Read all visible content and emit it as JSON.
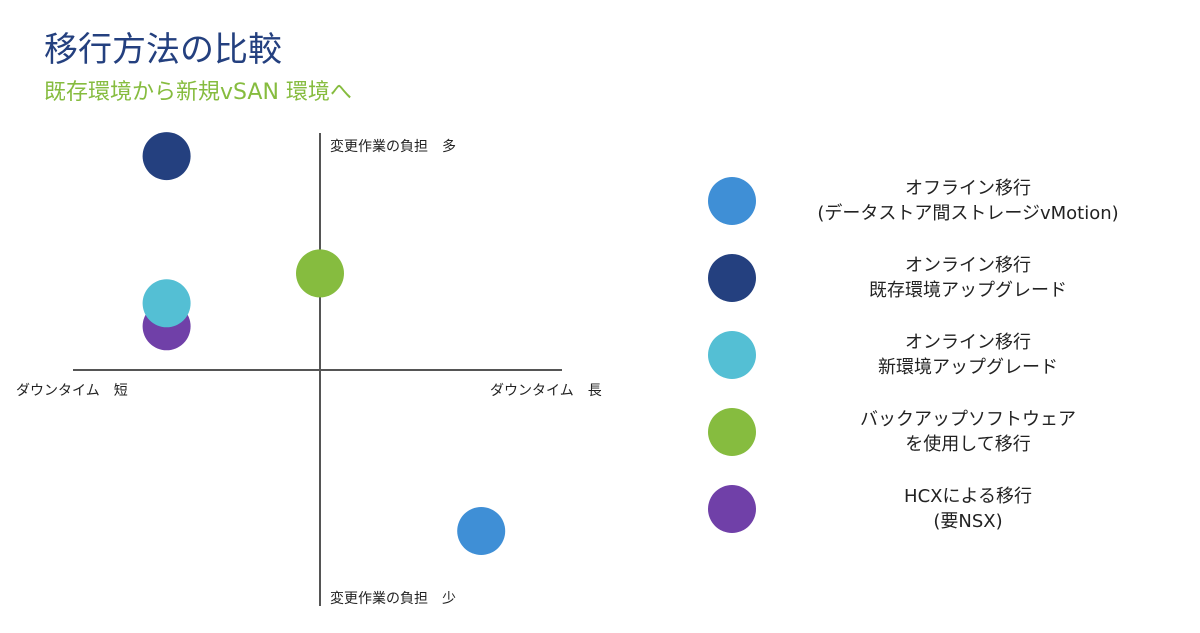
{
  "title": "移行方法の比較",
  "subtitle": "既存環境から新規vSAN 環境へ",
  "axes": {
    "top": "変更作業の負担　多",
    "bottom": "変更作業の負担　少",
    "left": "ダウンタイム　短",
    "right": "ダウンタイム　長"
  },
  "methods": [
    {
      "line1": "オフライン移行",
      "line2": "(データストア間ストレージvMotion)",
      "color": "#3f8fd6",
      "downtime": 0.62,
      "effort": -0.7
    },
    {
      "line1": "オンライン移行",
      "line2": "既存環境アップグレード",
      "color": "#24407f",
      "downtime": -0.59,
      "effort": 0.93
    },
    {
      "line1": "オンライン移行",
      "line2": "新環境アップグレード",
      "color": "#54bfd4",
      "downtime": -0.59,
      "effort": 0.29
    },
    {
      "line1": "バックアップソフトウェア",
      "line2": "を使用して移行",
      "color": "#86bc3f",
      "downtime": 0.0,
      "effort": 0.42
    },
    {
      "line1": "HCXによる移行",
      "line2": "(要NSX)",
      "color": "#7040a8",
      "downtime": -0.59,
      "effort": 0.19
    }
  ]
}
